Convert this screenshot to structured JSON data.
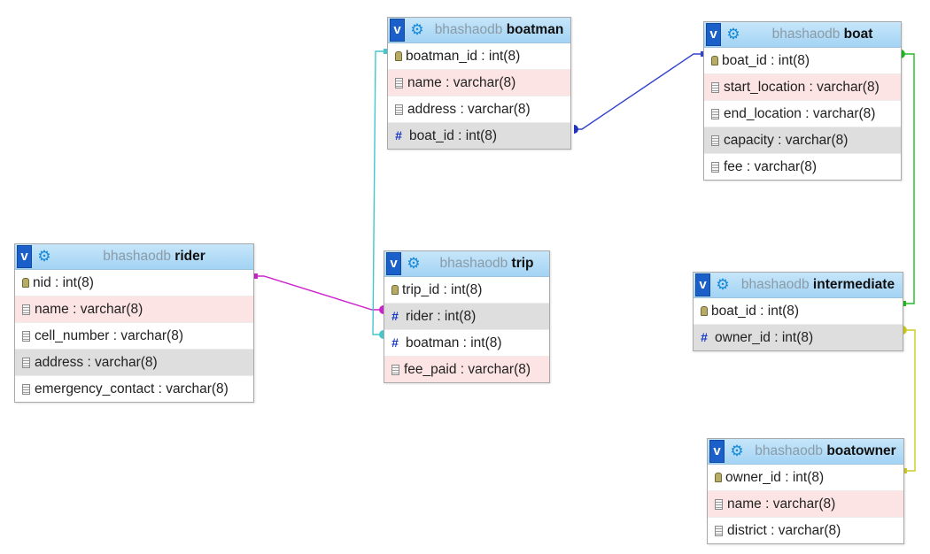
{
  "tables": {
    "boatman": {
      "db": "bhashaodb",
      "name": "boatman",
      "columns": [
        {
          "label": "boatman_id : int(8)",
          "icon": "key-icon"
        },
        {
          "label": "name : varchar(8)",
          "icon": "column-icon"
        },
        {
          "label": "address : varchar(8)",
          "icon": "column-icon"
        },
        {
          "label": "boat_id : int(8)",
          "icon": "hash-icon"
        }
      ]
    },
    "boat": {
      "db": "bhashaodb",
      "name": "boat",
      "columns": [
        {
          "label": "boat_id : int(8)",
          "icon": "key-icon"
        },
        {
          "label": "start_location : varchar(8)",
          "icon": "column-icon"
        },
        {
          "label": "end_location : varchar(8)",
          "icon": "column-icon"
        },
        {
          "label": "capacity : varchar(8)",
          "icon": "column-icon"
        },
        {
          "label": "fee : varchar(8)",
          "icon": "column-icon"
        }
      ]
    },
    "rider": {
      "db": "bhashaodb",
      "name": "rider",
      "columns": [
        {
          "label": "nid : int(8)",
          "icon": "key-icon"
        },
        {
          "label": "name : varchar(8)",
          "icon": "column-icon"
        },
        {
          "label": "cell_number : varchar(8)",
          "icon": "column-icon"
        },
        {
          "label": "address : varchar(8)",
          "icon": "column-icon"
        },
        {
          "label": "emergency_contact : varchar(8)",
          "icon": "column-icon"
        }
      ]
    },
    "trip": {
      "db": "bhashaodb",
      "name": "trip",
      "columns": [
        {
          "label": "trip_id : int(8)",
          "icon": "key-icon"
        },
        {
          "label": "rider : int(8)",
          "icon": "hash-icon"
        },
        {
          "label": "boatman : int(8)",
          "icon": "hash-icon"
        },
        {
          "label": "fee_paid : varchar(8)",
          "icon": "column-icon"
        }
      ]
    },
    "intermediate": {
      "db": "bhashaodb",
      "name": "intermediate",
      "columns": [
        {
          "label": "boat_id : int(8)",
          "icon": "key-icon"
        },
        {
          "label": "owner_id : int(8)",
          "icon": "hash-icon"
        }
      ]
    },
    "boatowner": {
      "db": "bhashaodb",
      "name": "boatowner",
      "columns": [
        {
          "label": "owner_id : int(8)",
          "icon": "key-icon"
        },
        {
          "label": "name : varchar(8)",
          "icon": "column-icon"
        },
        {
          "label": "district : varchar(8)",
          "icon": "column-icon"
        }
      ]
    }
  },
  "header_button": "v",
  "colors": {
    "header_bg": "#a3d3f4",
    "row_pink": "#fde4e4",
    "row_grey": "#dedede",
    "link_boatman_boat": "#3344cc",
    "link_rider_trip": "#cc22cc",
    "link_boatman_trip": "#44c6cc",
    "link_boat_intermediate": "#22bb22",
    "link_intermediate_boatowner": "#cccc22"
  }
}
